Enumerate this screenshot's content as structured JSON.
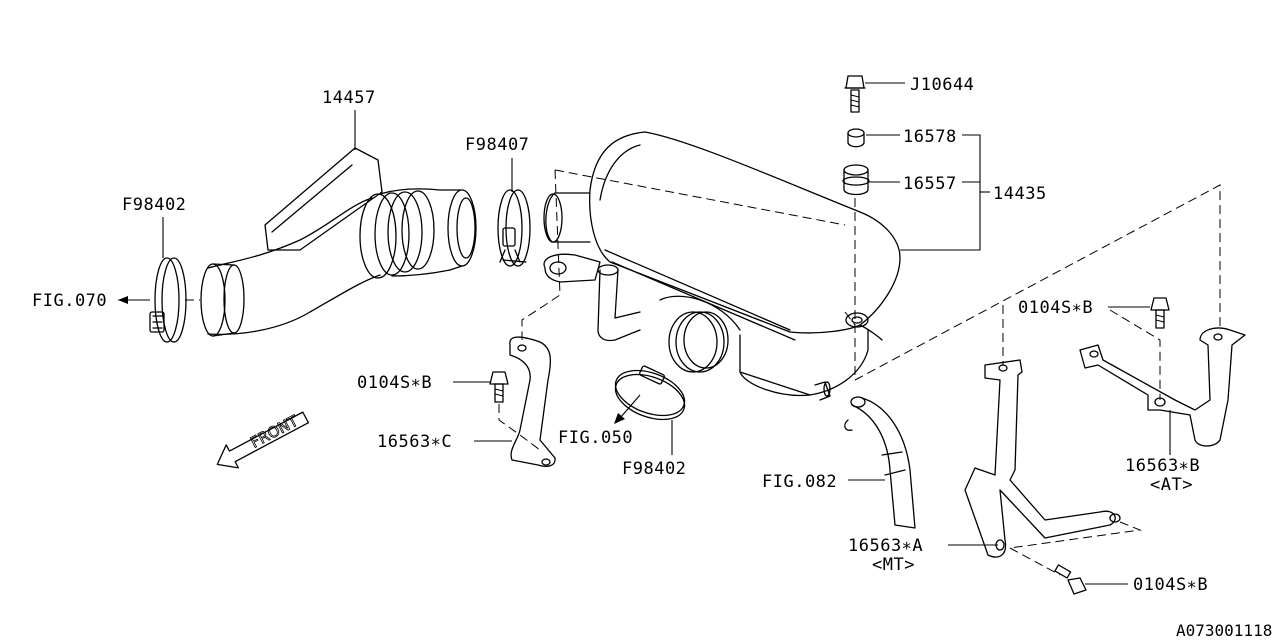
{
  "labels": {
    "p14457": "14457",
    "f98402_left": "F98402",
    "f98407": "F98407",
    "j10644": "J10644",
    "p16578": "16578",
    "p16557": "16557",
    "p14435": "14435",
    "fig070": "FIG.070",
    "bolt_b_left": "0104S∗B",
    "p16563_c": "16563∗C",
    "fig050": "FIG.050",
    "f98402_bottom": "F98402",
    "fig082": "FIG.082",
    "p16563_a": "16563∗A",
    "mt": "<MT>",
    "bolt_b_right_top": "0104S∗B",
    "p16563_b": "16563∗B",
    "at": "<AT>",
    "bolt_b_right_bottom": "0104S∗B",
    "diagram_id": "A073001118",
    "front": "FRONT"
  },
  "icons": [
    "front-arrow-icon",
    "bolt-icon",
    "clamp-icon",
    "grommet-icon"
  ]
}
